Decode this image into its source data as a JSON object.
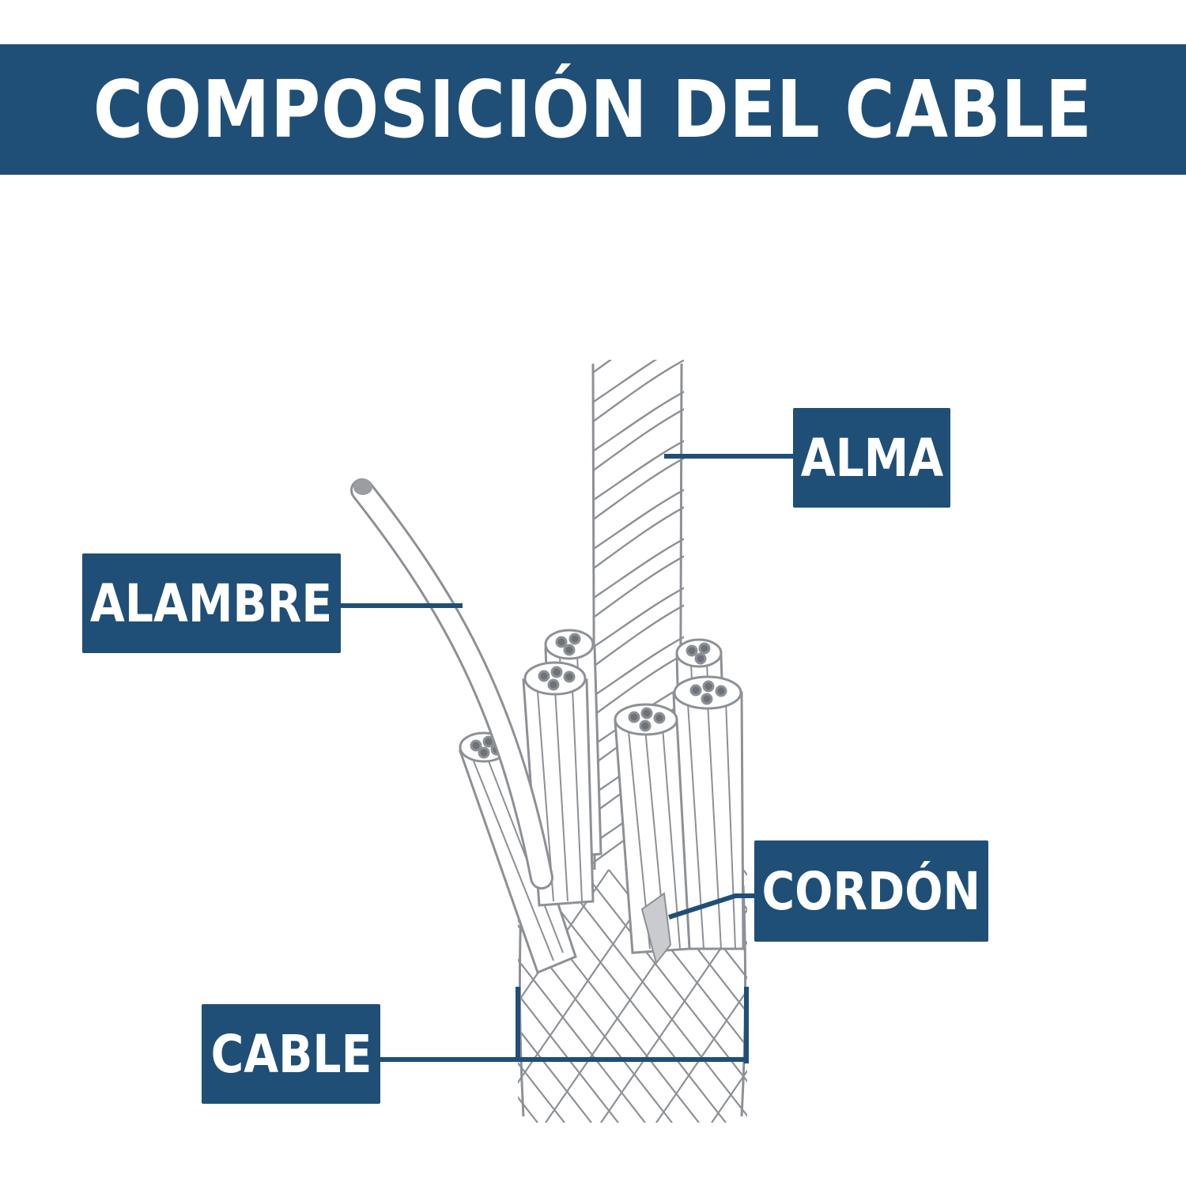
{
  "header": {
    "title": "COMPOSICIÓN DEL CABLE"
  },
  "labels": {
    "alma": "ALMA",
    "alambre": "ALAMBRE",
    "cordon": "CORDÓN",
    "cable": "CABLE"
  },
  "colors": {
    "brand": "#1f4f77",
    "label_text": "#ffffff",
    "line_art": "#8d9196",
    "background": "#ffffff"
  }
}
